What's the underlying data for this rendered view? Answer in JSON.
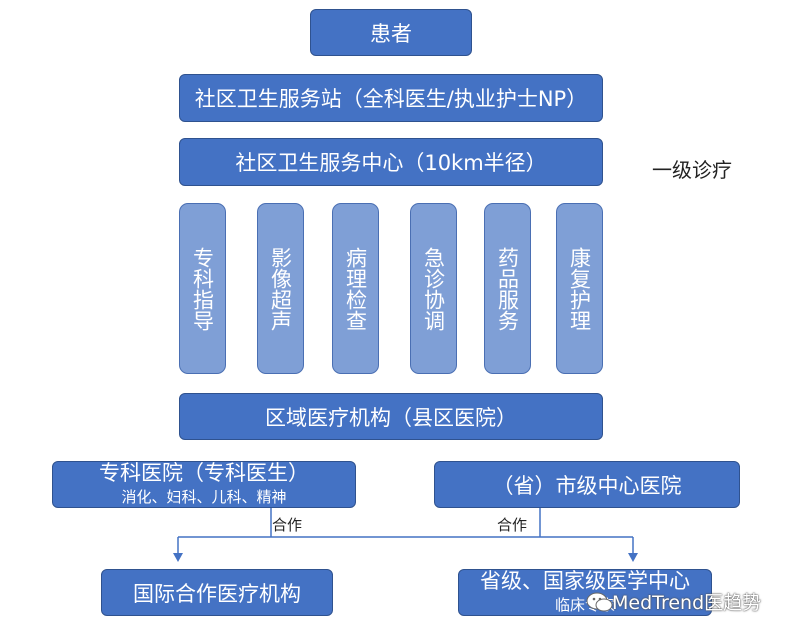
{
  "nodes": {
    "patient": "患者",
    "station": "社区卫生服务站（全科医生/执业护士NP）",
    "center": "社区卫生服务中心（10km半径）",
    "services": [
      "专科指导",
      "影像超声",
      "病理检查",
      "急诊协调",
      "药品服务",
      "康复护理"
    ],
    "regional": "区域医疗机构（县区医院）",
    "specialty_title": "专科医院（专科医生）",
    "specialty_sub": "消化、妇科、儿科、精神",
    "provincial": "（省）市级中心医院",
    "international": "国际合作医疗机构",
    "national": "省级、国家级医学中心",
    "national_sub": "临床专家"
  },
  "labels": {
    "primary_care": "一级诊疗",
    "cooperate_left": "合作",
    "cooperate_right": "合作"
  },
  "watermark": "MedTrend医趋势",
  "colors": {
    "primary_box": "#4472c4",
    "service_box": "#7f9fd6"
  }
}
